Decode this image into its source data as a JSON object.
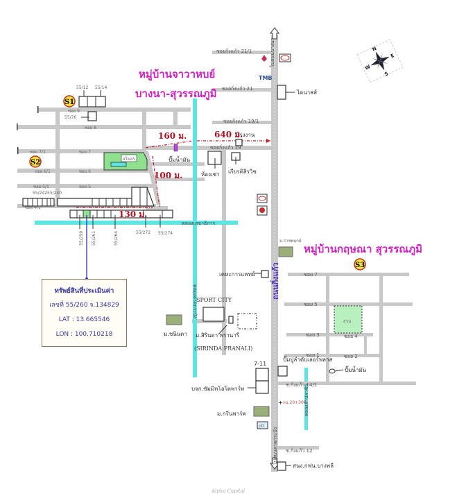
{
  "map": {
    "villages": {
      "north_title_line1": "หมู่บ้านจาวาหบย์",
      "north_title_line2": "บางนา-สุวรรณภูมิ",
      "east_title": "หมู่บ้านกฤษณา สุวรรณภูมิ"
    },
    "signs": [
      "S1",
      "S2",
      "S3"
    ],
    "distances": {
      "d160": "160 ม.",
      "d640": "640 ม.",
      "d100": "100 ม.",
      "d130": "130 ม."
    },
    "main_roads": {
      "north_south_top": "ไปถนนบางนา",
      "north_south_mid": "ถนนกิ่งแก้ว",
      "north_south_bottom": "ไปถนนลาดกระบัง",
      "canal_vertical_left": "คลองลาดกระบัง",
      "canal_horizontal": "คลองเลขาธิการ",
      "canal_vertical_right": "คลองลำปลาซิว"
    },
    "sois_left": [
      {
        "label": "ซอย 9"
      },
      {
        "label": "ซอย 8"
      },
      {
        "label": "ซอย 7/1"
      },
      {
        "label": "ซอย 7"
      },
      {
        "label": "ซอย 6/1"
      },
      {
        "label": "ซอย 6"
      },
      {
        "label": "ซอย 5/1"
      },
      {
        "label": "ซอย 5"
      },
      {
        "label": "ซอย 4/1"
      }
    ],
    "sois_kingkaew": [
      {
        "label": "ซอยกิ่งแก้ว 21/1"
      },
      {
        "label": "ซอยกิ่งแก้ว 21"
      },
      {
        "label": "ซอยกิ่งแก้ว 19/1"
      },
      {
        "label": "ซอยกิ่งแก้ว 19"
      },
      {
        "label": "ซ.กิ่งแก้ว 14/1"
      },
      {
        "label": "ซ.กิ่งแก้ว 12"
      }
    ],
    "sois_east": [
      {
        "label": "ซอย 7"
      },
      {
        "label": "ซอย 5"
      },
      {
        "label": "ซอย 3"
      },
      {
        "label": "ซอย 4"
      },
      {
        "label": "ซอย 1"
      },
      {
        "label": "ซอย 2"
      }
    ],
    "house_numbers": {
      "h55_12": "55/12",
      "h55_14": "55/14",
      "h55_76": "55/76",
      "h55_242": "55/242",
      "h55_240": "55/240",
      "h55_259": "55/259",
      "h55_261": "55/261",
      "h55_264": "55/264",
      "h55_272": "55/272",
      "h55_274": "55/274"
    },
    "landmarks": {
      "clubhouse": "สโมสร",
      "gas_left": "ปั๊มน้ำมัน",
      "factory": "โรงงาน",
      "toilet": "ห้องเช่า",
      "kiatsirawit": "เกียรติสิรวิช",
      "daikin": "ไดนาสส์",
      "tmb": "TMB",
      "m_rachapruek": "ม.ราชพฤกษ์",
      "phrakanpat": "เคหะการแพทย์",
      "sport_city": "SPORT CITY",
      "m_chanitda": "ม.ชนินดา",
      "m_sirinda": "ม.สิรินดา พรานารี",
      "sirinda_en": "(SIRINDA PRANALI)",
      "seven": "7-11",
      "company": "บจก.ซัมมิทโอโตพาร์ท",
      "m_greenpark": "ม.กรีนพาร์ค",
      "ptt": "ptt",
      "km": "กม.20+300",
      "gas_plus": "ปั๊มปูลำดับเลอร์พลาส",
      "gas_right": "ปั๊มน้ำมัน",
      "park": "สวน",
      "electric": "สนง.กฟน.บางพลี"
    },
    "info_box": {
      "title": "ทรัพย์สินที่ประเมินค่า",
      "number": "เลขที่ 55/260  จ.134829",
      "lat": "LAT : 13.665546",
      "lon": "LON : 100.710218"
    },
    "compass": {
      "n": "N",
      "e": "E",
      "s": "S",
      "w": "W"
    },
    "watermark": "Alpha Capital"
  }
}
